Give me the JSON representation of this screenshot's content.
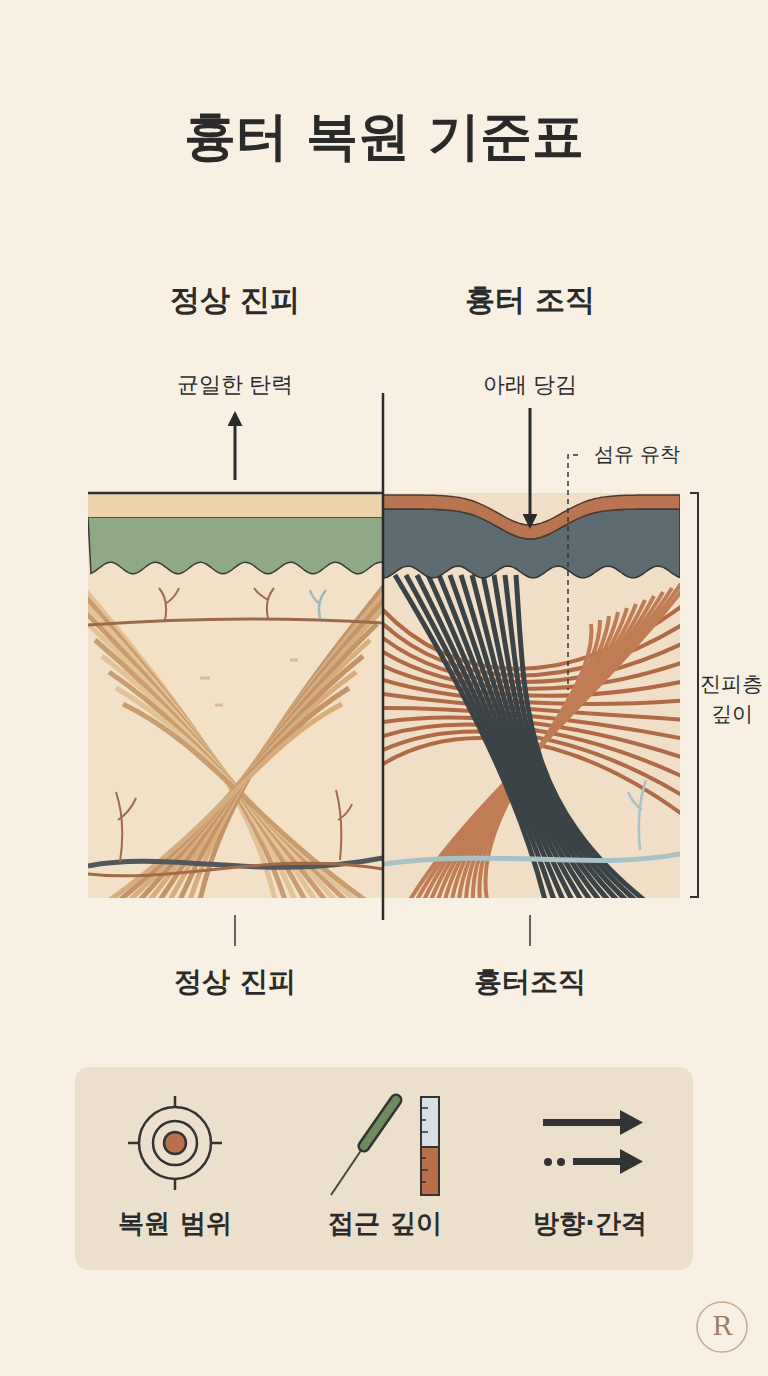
{
  "diagram": {
    "title": "흉터 복원 기준표",
    "nodes": [
      {
        "text": [
          "복원 범위",
          "접근 깊이",
          "방향·간격"
        ]
      }
    ],
    "labels": [
      "정상 진피",
      "흉터 조직",
      "균일한 탄력",
      "아래 당김",
      "섬유 유착",
      "진피층 깊이",
      "정상 진피",
      "흉터조직",
      "R"
    ]
  }
}
